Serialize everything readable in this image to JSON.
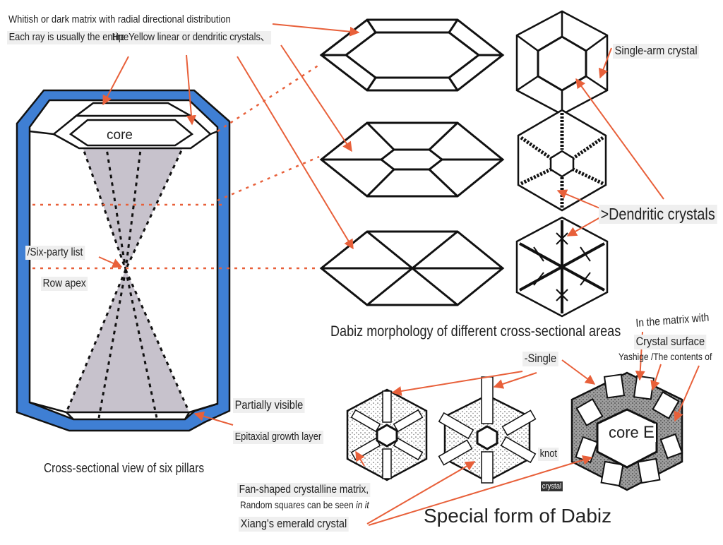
{
  "labels": {
    "top_line1": "Whitish or dark matrix with radial directional distribution",
    "top_line2": "Each ray is usually the entire",
    "top_overlap": "Hpe",
    "top_line2b": "Yellow linear or dendritic crystals、",
    "core_left": "core",
    "six_party": "/Six-party list",
    "row_apex": "Row apex",
    "partially_visible": "Partially visible",
    "epitaxial": "Epitaxial growth layer",
    "cross_section_view": "Cross-sectional view of six pillars",
    "single_arm": "Single-arm crystal",
    "dendritic": ">Dendritic crystals",
    "morphology": "Dabiz morphology of different cross-sectional areas",
    "in_matrix": "In the matrix with",
    "crystal_surface": "Crystal surface",
    "yashige": "Yashige /The contents of",
    "single": "-Single",
    "core_right": "core",
    "core_right_e": "E",
    "knot": "knot",
    "crystal_small": "crystal",
    "fan_line1": "Fan-shaped crystalline matrix,",
    "fan_line2a": "Random squares can be seen",
    "fan_line2b": "in it",
    "xiang": "Xiang's emerald crystal",
    "special_form": "Special form of Dabiz"
  },
  "colors": {
    "annotation_arrow": "#e8603a",
    "outer_layer": "#3f7fd4",
    "matrix_cone": "#c7c2cc",
    "outline": "#111111",
    "dotted_matrix": "#9a9a9a"
  }
}
